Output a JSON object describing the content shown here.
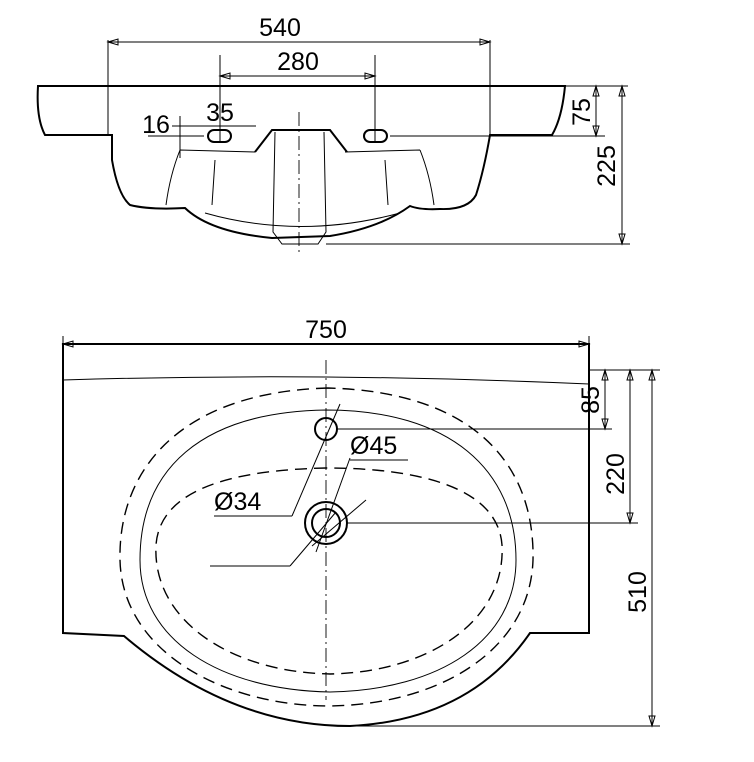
{
  "front_view": {
    "dimensions": {
      "tap_span": "540",
      "hole_span": "280",
      "slot_width": "35",
      "slot_height": "16",
      "deck_thickness": "75",
      "total_height": "225"
    }
  },
  "top_view": {
    "dimensions": {
      "overall_width": "750",
      "tap_hole_offset": "85",
      "drain_offset": "220",
      "overall_depth": "510",
      "tap_hole_diameter": "Ø34",
      "drain_diameter": "Ø45"
    }
  }
}
